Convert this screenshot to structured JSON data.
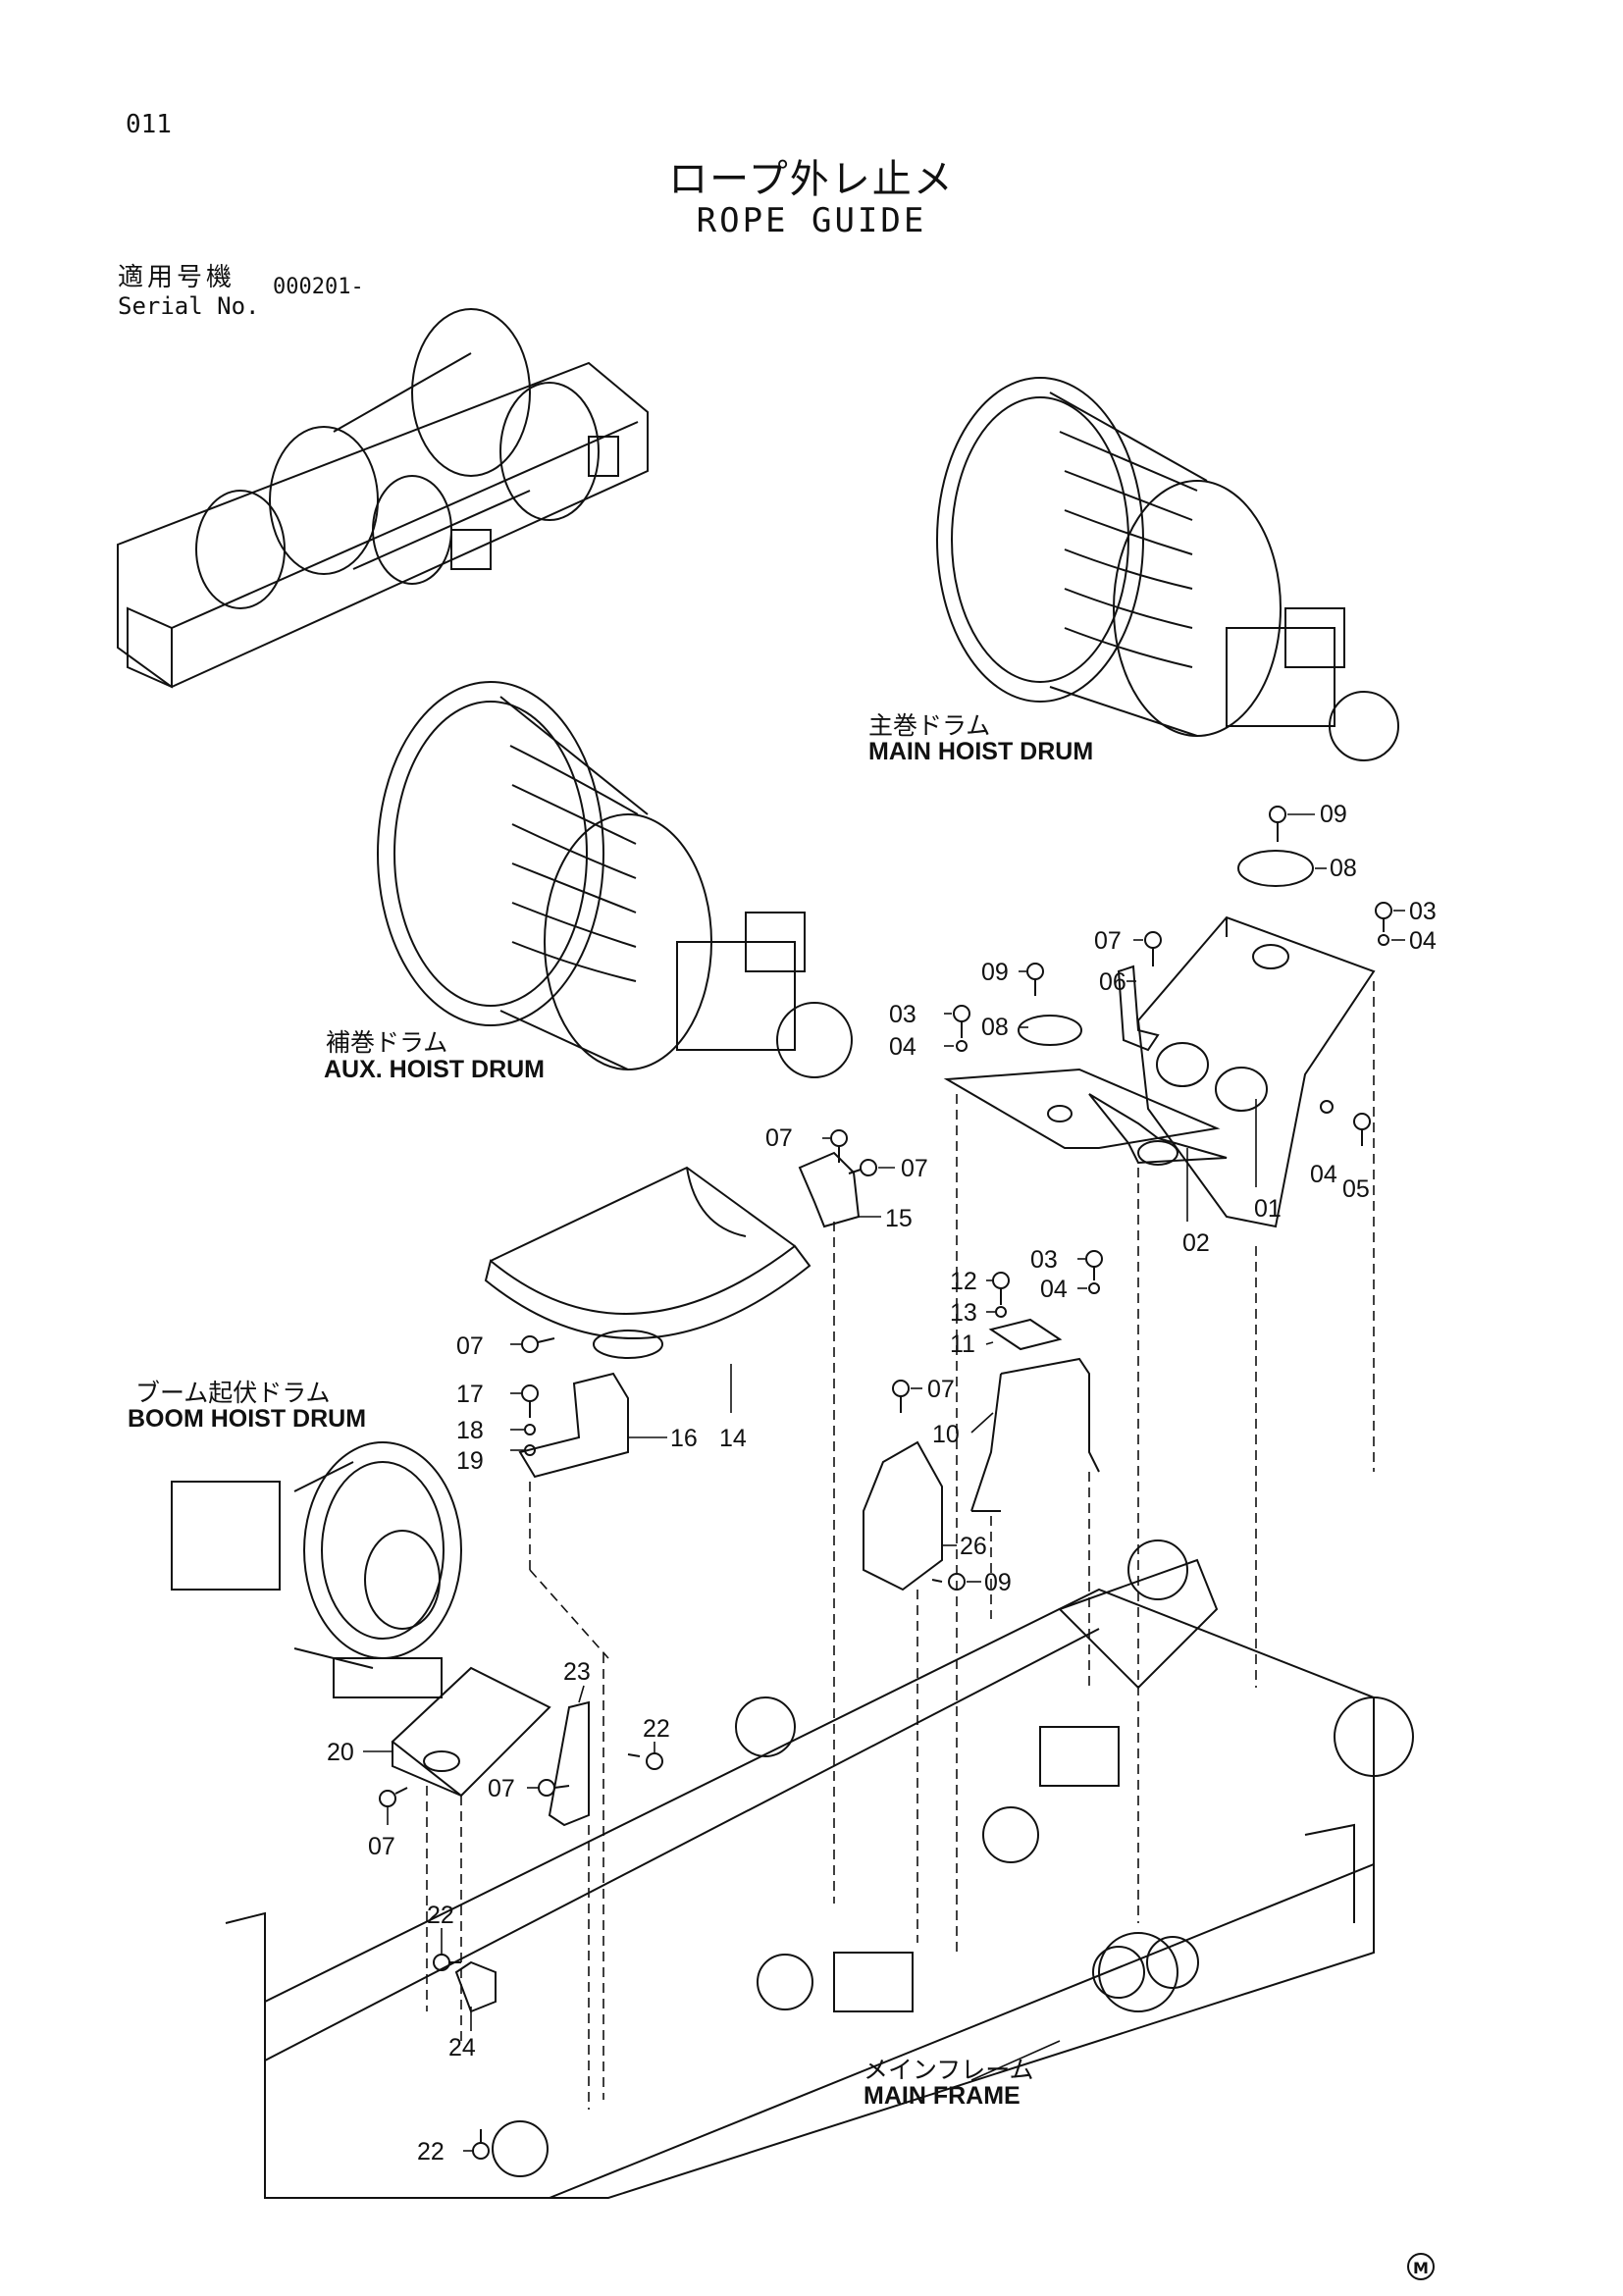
{
  "page_number": "011",
  "title": {
    "jp": "ロープ外レ止メ",
    "en": "ROPE GUIDE"
  },
  "serial": {
    "label_jp": "適用号機",
    "label_en": "Serial No.",
    "value": "000201-"
  },
  "components": {
    "main_hoist": {
      "jp": "主巻ドラム",
      "en": "MAIN HOIST DRUM"
    },
    "aux_hoist": {
      "jp": "補巻ドラム",
      "en": "AUX. HOIST DRUM"
    },
    "boom_hoist": {
      "jp": "ブーム起伏ドラム",
      "en": "BOOM HOIST DRUM"
    },
    "main_frame": {
      "jp": "メインフレーム",
      "en": "MAIN FRAME"
    }
  },
  "callouts": {
    "c09a": "09",
    "c08a": "08",
    "c03a": "03",
    "c04a": "04",
    "c07a": "07",
    "c09b": "09",
    "c06": "06",
    "c03b": "03",
    "c08b": "08",
    "c04b": "04",
    "c04c": "04",
    "c05": "05",
    "c01": "01",
    "c02": "02",
    "c07b": "07",
    "c07c": "07",
    "c15": "15",
    "c12": "12",
    "c03c": "03",
    "c13": "13",
    "c04d": "04",
    "c11": "11",
    "c07d": "07",
    "c17": "17",
    "c18": "18",
    "c19": "19",
    "c16": "16",
    "c14": "14",
    "c07e": "07",
    "c10": "10",
    "c26": "26",
    "c09c": "09",
    "c23": "23",
    "c22a": "22",
    "c20": "20",
    "c07f": "07",
    "c07g": "07",
    "c22b": "22",
    "c24": "24",
    "c22c": "22"
  },
  "mark": "M"
}
